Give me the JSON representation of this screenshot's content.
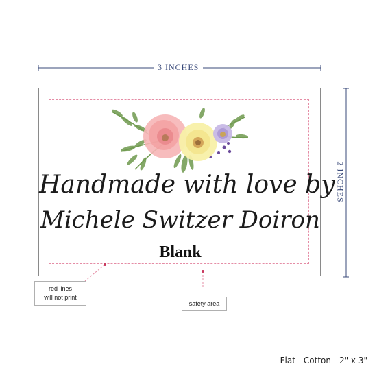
{
  "dimensions": {
    "width_label": "3 INCHES",
    "height_label": "2 INCHES",
    "line_color": "#3a4a7a"
  },
  "label": {
    "line1": "Handmade with love by",
    "line2": "Michele Switzer Doiron",
    "line3": "Blank",
    "safety_line_color": "#e58ca5",
    "border_color": "#8a8a8a"
  },
  "callouts": {
    "red_lines_line1": "red lines",
    "red_lines_line2": "will not print",
    "safety_area": "safety area",
    "marker_color": "#c8385e"
  },
  "product": {
    "spec": "Flat - Cotton - 2\" x 3\""
  },
  "decoration": {
    "icon": "watercolor-floral-bouquet-icon",
    "colors": {
      "pink": "#f4a6a8",
      "yellow": "#f7ec9e",
      "lavender": "#b9a8db",
      "leaf": "#6f9a4e"
    }
  }
}
